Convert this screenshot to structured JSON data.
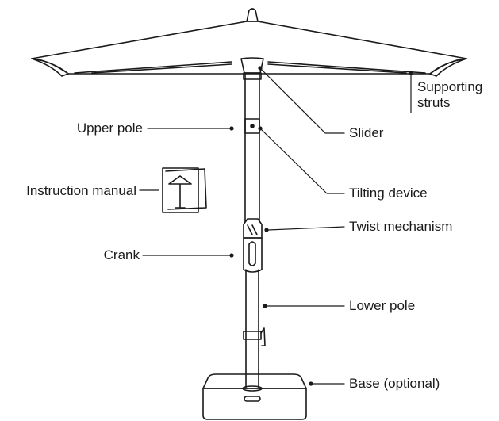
{
  "labels": {
    "upper_pole": "Upper pole",
    "instruction_manual": "Instruction manual",
    "crank": "Crank",
    "supporting_struts_line1": "Supporting",
    "supporting_struts_line2": "struts",
    "slider": "Slider",
    "tilting_device": "Tilting device",
    "twist_mechanism": "Twist mechanism",
    "lower_pole": "Lower pole",
    "base_optional": "Base (optional)"
  },
  "colors": {
    "line": "#1a1a1a",
    "text": "#1a1a1a",
    "background": "#ffffff"
  }
}
